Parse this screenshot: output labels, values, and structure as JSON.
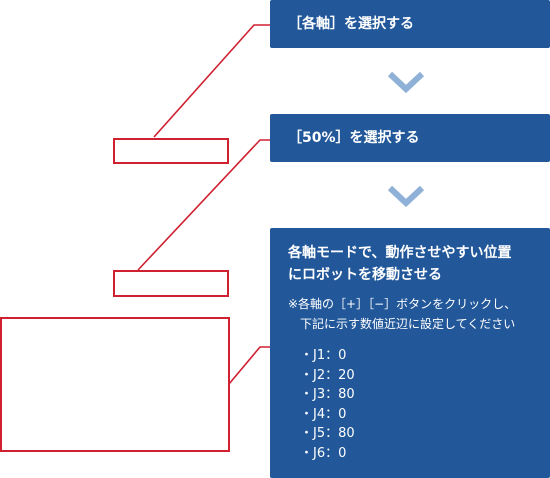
{
  "steps": [
    {
      "label": "［各軸］を選択する"
    },
    {
      "label": "［50%］を選択する"
    },
    {
      "title_line1": "各軸モードで、動作させやすい位置",
      "title_line2": "にロボットを移動させる",
      "note_line1": "※各軸の［+］［−］ボタンをクリックし、",
      "note_line2": "下記に示す数値近辺に設定してください",
      "joints": [
        "・J1：0",
        "・J2：20",
        "・J3：80",
        "・J4：0",
        "・J5：80",
        "・J6：0"
      ]
    }
  ],
  "colors": {
    "step_fill": "#22589a",
    "chevron": "#8fb1d7",
    "callout": "#cf2130"
  }
}
